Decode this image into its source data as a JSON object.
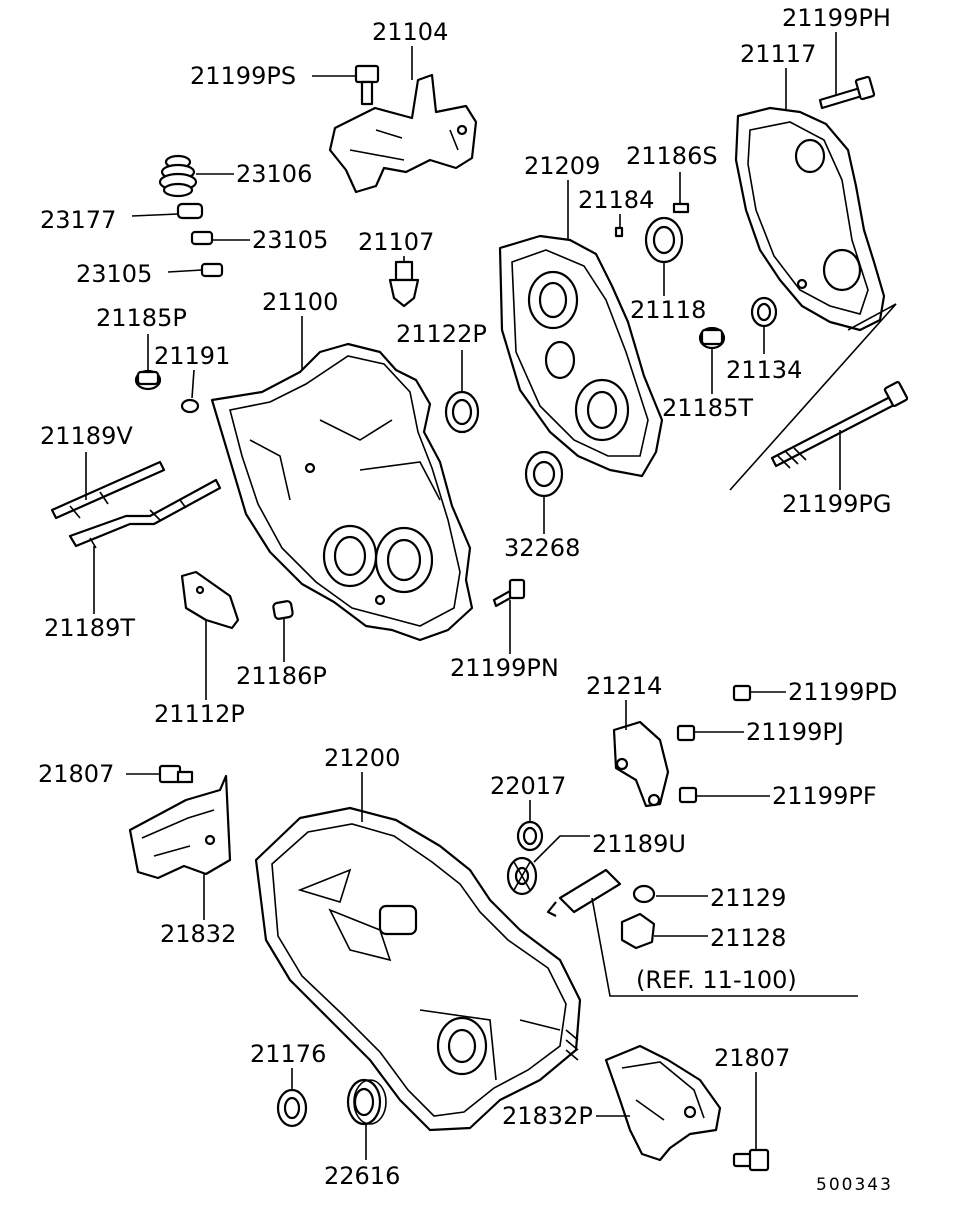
{
  "labels": {
    "p21104": "21104",
    "p21199PS": "21199PS",
    "p23106": "23106",
    "p23177": "23177",
    "p23105a": "23105",
    "p23105b": "23105",
    "p21107": "21107",
    "p21185P": "21185P",
    "p21191": "21191",
    "p21100": "21100",
    "p21122P": "21122P",
    "p21209": "21209",
    "p21184": "21184",
    "p21186S": "21186S",
    "p21118": "21118",
    "p21117": "21117",
    "p21199PH": "21199PH",
    "p21134": "21134",
    "p21185T": "21185T",
    "p21199PG": "21199PG",
    "p21189V": "21189V",
    "p21189T": "21189T",
    "p21112P": "21112P",
    "p21186P": "21186P",
    "p32268": "32268",
    "p21199PN": "21199PN",
    "p21214": "21214",
    "p21199PD": "21199PD",
    "p21199PJ": "21199PJ",
    "p21199PF": "21199PF",
    "p21807a": "21807",
    "p21200": "21200",
    "p22017": "22017",
    "p21189U": "21189U",
    "p21129": "21129",
    "p21128": "21128",
    "ref": "(REF. 11-100)",
    "p21832": "21832",
    "p21176": "21176",
    "p22616": "22616",
    "p21807b": "21807",
    "p21832P": "21832P"
  },
  "figure_number": "500343"
}
